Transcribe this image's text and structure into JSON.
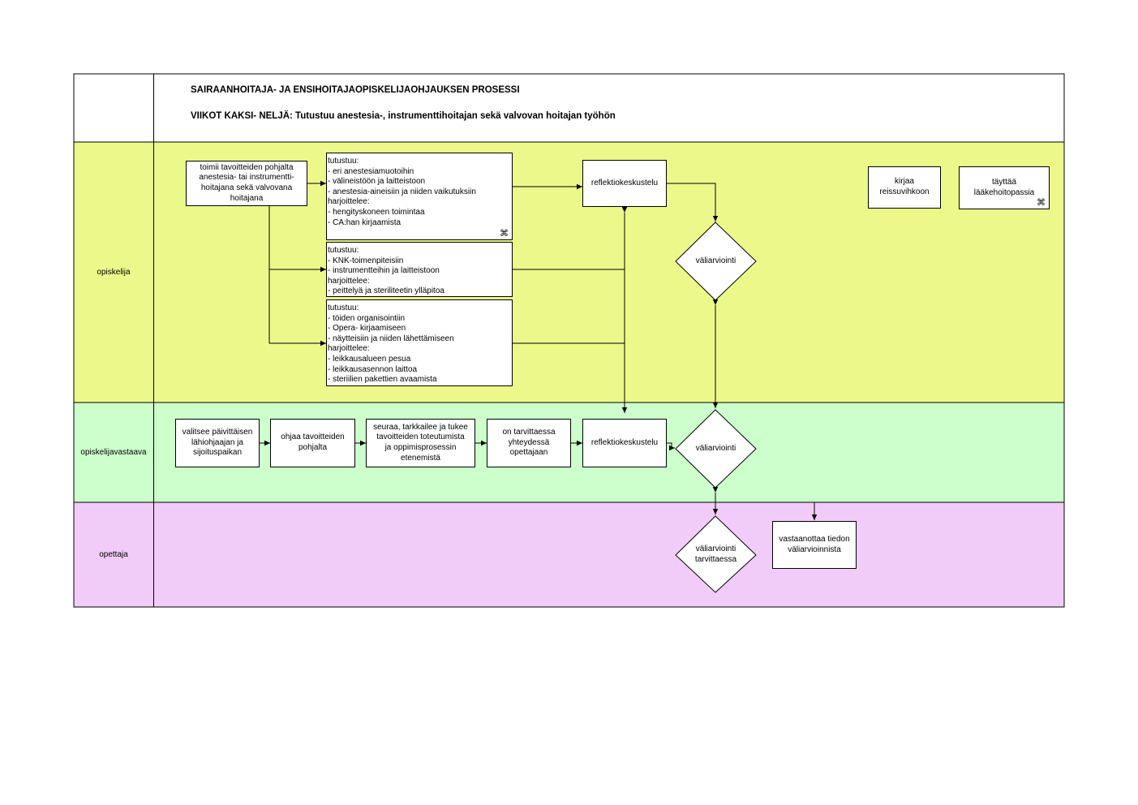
{
  "header": {
    "title": "SAIRAANHOITAJA- JA ENSIHOITAJAOPISKELIJAOHJAUKSEN PROSESSI",
    "subtitle": "VIIKOT KAKSI- NELJÄ: Tutustuu anestesia-, instrumenttihoitajan sekä valvovan hoitajan työhön"
  },
  "lanes": [
    {
      "label": "opiskelija",
      "color": "#ecf98a"
    },
    {
      "label": "opiskelijavastaava",
      "color": "#ccffcc"
    },
    {
      "label": "opettaja",
      "color": "#f2ccf8"
    }
  ],
  "opiskelija": {
    "toimii": [
      "toimii tavoitteiden pohjalta",
      "anestesia- tai instrumentti-",
      "hoitajana sekä valvovana",
      "hoitajana"
    ],
    "list1": [
      "tutustuu:",
      "- eri anestesiamuotoihin",
      "- välineistöön ja laitteistoon",
      "- anestesia-aineisiin ja niiden vaikutuksiin",
      "harjoittelee:",
      "- hengityskoneen toimintaa",
      "- CA:han kirjaamista"
    ],
    "list2": [
      "tutustuu:",
      "- KNK-toimenpiteisiin",
      "- instrumentteihin ja laitteistoon",
      "harjoittelee:",
      "- peittelyä ja steriliteetin ylläpitoa"
    ],
    "list3": [
      "tutustuu:",
      "- töiden organisointiin",
      "- Opera- kirjaamiseen",
      "- näytteisiin ja niiden lähettämiseen",
      "harjoittelee:",
      "- leikkausalueen pesua",
      "- leikkausasennon laittoa",
      "- steriilien pakettien avaamista"
    ],
    "reflektio": "reflektiokeskustelu",
    "valiarviointi": "väliarviointi",
    "kirjaa": [
      "kirjaa",
      "reissuvihkoon"
    ],
    "tayttaa": [
      "täyttää",
      "lääkehoitopassia"
    ],
    "link_icon": "link-icon"
  },
  "opiskelijavastaava": {
    "valitsee": [
      "valitsee päivittäisen",
      "lähiohjaajan ja",
      "sijoituspaikan"
    ],
    "ohjaa": [
      "ohjaa tavoitteiden",
      "pohjalta"
    ],
    "seuraa": [
      "seuraa, tarkkailee ja tukee",
      "tavoitteiden toteutumista",
      "ja oppimisprosessin",
      "etenemistä"
    ],
    "on_tarvittaessa": [
      "on tarvittaessa",
      "yhteydessä",
      "opettajaan"
    ],
    "reflektio": "reflektiokeskustelu",
    "valiarviointi": "väliarviointi"
  },
  "opettaja": {
    "valiarviointi": [
      "väliarviointi",
      "tarvittaessa"
    ],
    "vastaanottaa": [
      "vastaanottaa tiedon",
      "väliarvioinnista"
    ]
  },
  "colors": {
    "line": "#000000",
    "box": "#ffffff"
  }
}
